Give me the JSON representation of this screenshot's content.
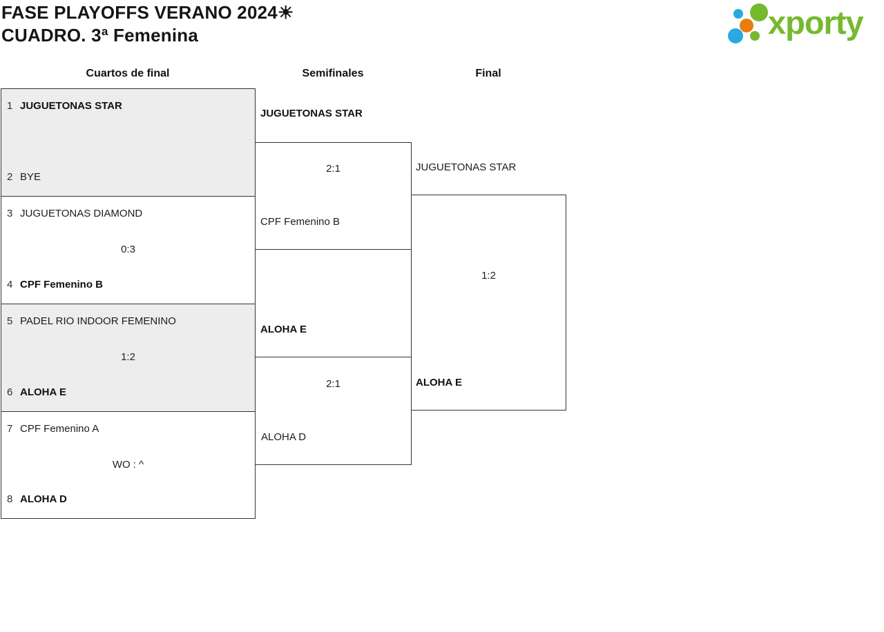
{
  "header": {
    "title_line1": "FASE PLAYOFFS VERANO 2024☀",
    "title_line2": "CUADRO. 3ª Femenina",
    "logo_text": "xporty"
  },
  "rounds": {
    "quarterfinals": "Cuartos de final",
    "semifinals": "Semifinales",
    "final": "Final"
  },
  "quarterfinals": [
    {
      "seed_top": "1",
      "team_top": "JUGUETONAS STAR",
      "score": "",
      "seed_bottom": "2",
      "team_bottom": "BYE"
    },
    {
      "seed_top": "3",
      "team_top": "JUGUETONAS DIAMOND",
      "score": "0:3",
      "seed_bottom": "4",
      "team_bottom": "CPF Femenino B"
    },
    {
      "seed_top": "5",
      "team_top": "PADEL RIO INDOOR FEMENINO",
      "score": "1:2",
      "seed_bottom": "6",
      "team_bottom": "ALOHA E"
    },
    {
      "seed_top": "7",
      "team_top": "CPF Femenino A",
      "score": "WO : ^",
      "seed_bottom": "8",
      "team_bottom": "ALOHA D"
    }
  ],
  "semifinals": [
    {
      "team_top": "JUGUETONAS STAR",
      "score": "2:1",
      "team_bottom": "CPF Femenino B"
    },
    {
      "team_top": "ALOHA E",
      "score": "2:1",
      "team_bottom": "ALOHA D"
    }
  ],
  "final": {
    "team_top": "JUGUETONAS STAR",
    "score": "1:2",
    "team_bottom": "ALOHA E"
  },
  "colors": {
    "logo_green": "#76b92e",
    "logo_blue": "#2aa9e0",
    "logo_orange": "#e87d0e",
    "box_shaded": "#ededed",
    "box_border": "#333333"
  }
}
